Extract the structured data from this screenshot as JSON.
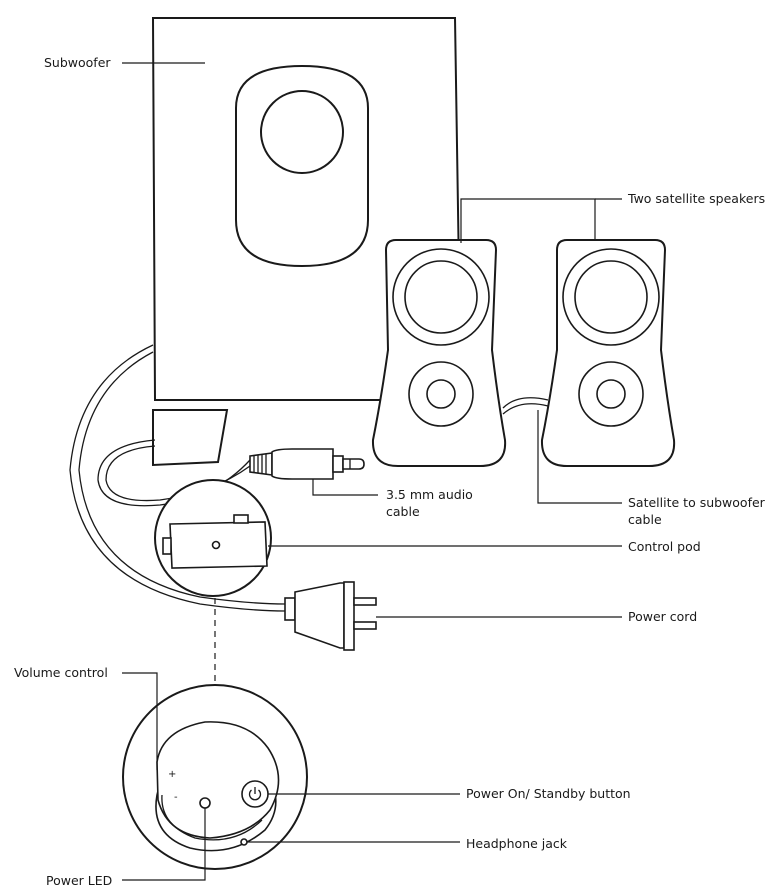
{
  "labels": {
    "subwoofer": "Subwoofer",
    "satellites": "Two satellite speakers",
    "audio_cable_line1": "3.5 mm audio",
    "audio_cable_line2": "cable",
    "sat_cable_line1": "Satellite to subwoofer",
    "sat_cable_line2": "cable",
    "control_pod": "Control pod",
    "power_cord": "Power cord",
    "volume_control": "Volume control",
    "power_button": "Power On/ Standby button",
    "headphone_jack": "Headphone jack",
    "power_led": "Power LED"
  },
  "pod_marks": {
    "plus": "+",
    "minus": "-"
  },
  "colors": {
    "line": "#1a1a1a",
    "background": "#ffffff"
  },
  "icons": {
    "power_button": "power-icon"
  }
}
